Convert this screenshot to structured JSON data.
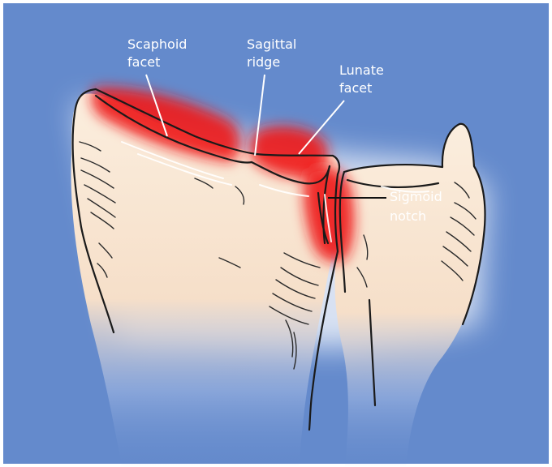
{
  "colors": {
    "background": "#6b8fcf",
    "bone": "#f8e6d4",
    "highlight": "#ee1b1b",
    "label": "#ffffff"
  },
  "labels": {
    "scaphoid_facet": [
      "Scaphoid",
      "facet"
    ],
    "sagittal_ridge": [
      "Sagittal",
      "ridge"
    ],
    "lunate_facet": [
      "Lunate",
      "facet"
    ],
    "sigmoid_notch": [
      "Sigmoid",
      "notch"
    ]
  }
}
